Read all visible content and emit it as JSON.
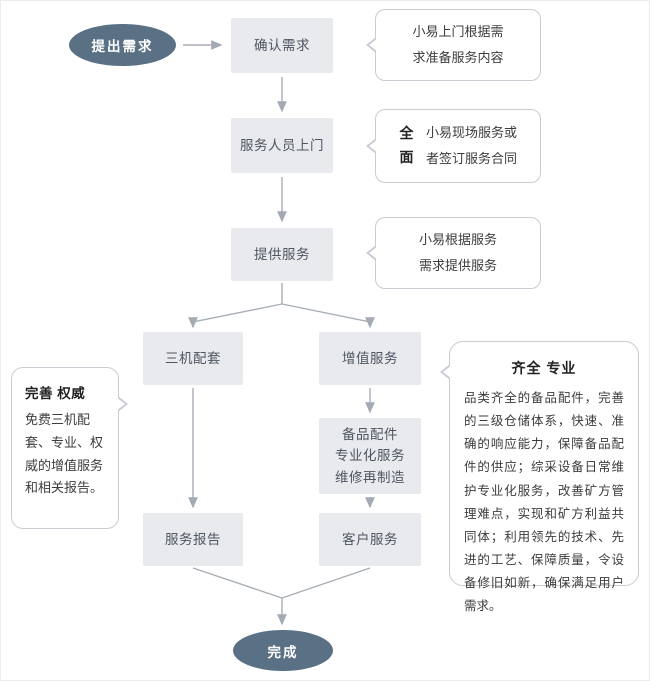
{
  "flow": {
    "start": "提出需求",
    "confirm": "确认需求",
    "staff_visit": "服务人员上门",
    "provide_service": "提供服务",
    "three_machine": "三机配套",
    "value_added": "增值服务",
    "spare_parts": "备品配件\n专业化服务\n维修再制造",
    "service_report": "服务报告",
    "customer_service": "客户服务",
    "end": "完成"
  },
  "callouts": {
    "c1": "小易上门根据需\n求准备服务内容",
    "c2_label": "全面",
    "c2_text": "小易现场服务或\n者签订服务合同",
    "c3": "小易根据服务\n需求提供服务"
  },
  "notes": {
    "left": {
      "title": "完善 权威",
      "text": "免费三机配套、专业、权威的增值服务和相关报告。"
    },
    "right": {
      "title": "齐全 专业",
      "text": "品类齐全的备品配件，完善的三级仓储体系，快速、准确的响应能力，保障备品配件的供应；综采设备日常维护专业化服务，改善矿方管理难点，实现和矿方利益共同体；利用领先的技术、先进的工艺、保障质量，令设备修旧如新，确保满足用户需求。"
    }
  },
  "colors": {
    "node_dark": "#5a7084",
    "node_light": "#e8eaed",
    "connector": "#a8aeb6",
    "bubble_border": "#c9ccd2"
  }
}
